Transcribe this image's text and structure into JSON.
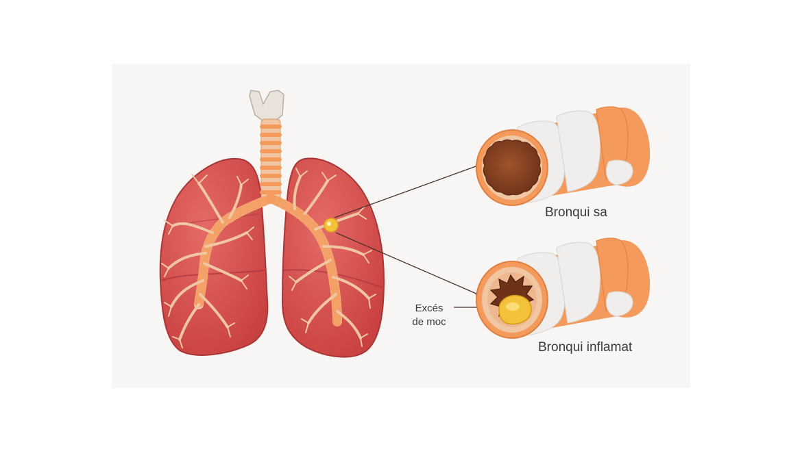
{
  "labels": {
    "healthy_bronchus": "Bronqui sa",
    "inflamed_bronchus": "Bronqui inflamat",
    "mucus_line1": "Excés",
    "mucus_line2": "de moc"
  },
  "colors": {
    "lung": "#d9504f",
    "lung_dark": "#b83a3c",
    "airway": "#f1c7a3",
    "cartilage": "#f39a5c",
    "cartilage_light": "#f0eeec",
    "lumen": "#8a4325",
    "mucus": "#f3c23a",
    "background": "#f7f6f4",
    "text": "#3a3a3a"
  }
}
